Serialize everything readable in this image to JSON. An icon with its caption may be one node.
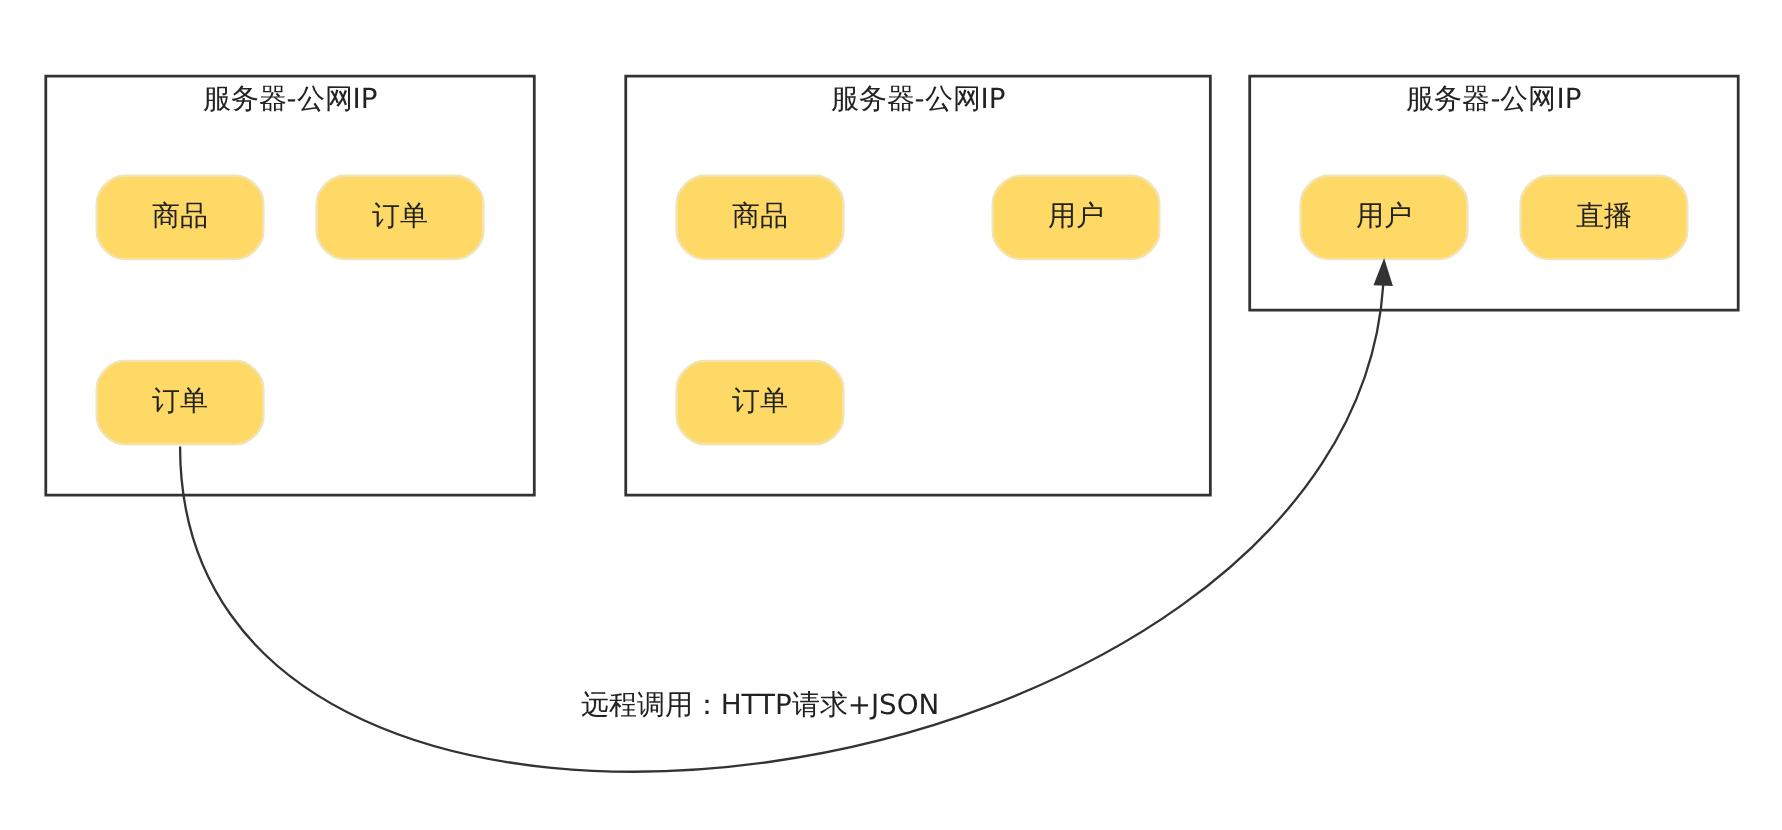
{
  "diagram": {
    "nodes": [
      {
        "text": [
          "服务器-公网IP"
        ]
      },
      {
        "text": [
          "商品"
        ],
        "in": 0
      },
      {
        "text": [
          "订单"
        ],
        "in": 0
      },
      {
        "text": [
          "订单"
        ],
        "in": 0
      },
      {
        "text": [
          "服务器-公网IP"
        ]
      },
      {
        "text": [
          "商品"
        ],
        "in": 4
      },
      {
        "text": [
          "用户"
        ],
        "in": 4
      },
      {
        "text": [
          "订单"
        ],
        "in": 4
      },
      {
        "text": [
          "服务器-公网IP"
        ]
      },
      {
        "text": [
          "用户"
        ],
        "in": 8
      },
      {
        "text": [
          "直播"
        ],
        "in": 8
      }
    ],
    "edges": [
      {
        "from": 3,
        "to": 9,
        "label": "远程调用：HTTP请求+JSON",
        "arrow": "to"
      }
    ]
  }
}
